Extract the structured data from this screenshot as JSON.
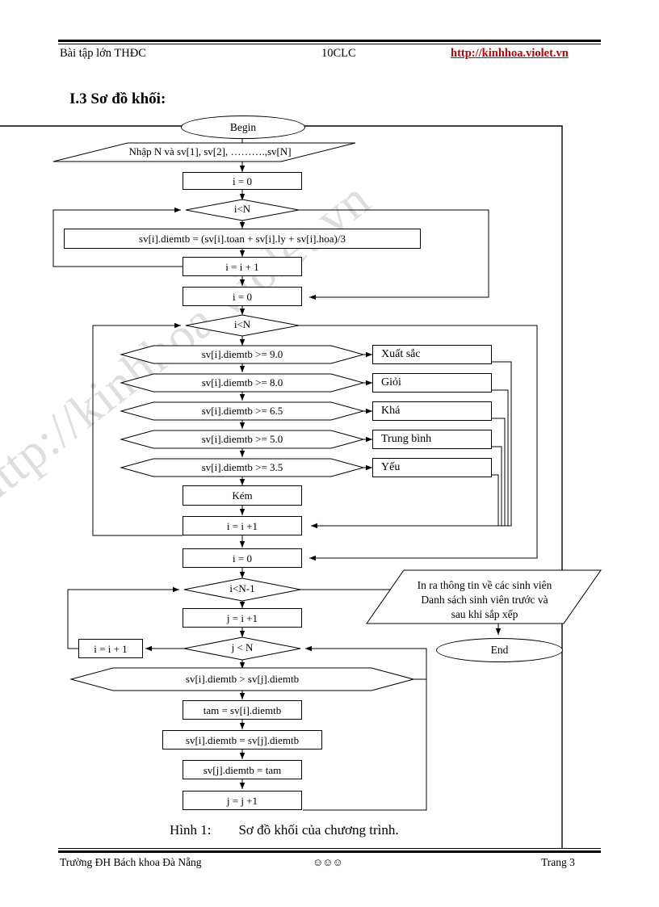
{
  "header": {
    "left": "Bài tập lớn THĐC",
    "center": "10CLC",
    "right": "http://kinhhoa.violet.vn"
  },
  "section": {
    "title": "I.3  Sơ đồ khối:"
  },
  "watermark": {
    "text": "http://kinhhoa.violet.vn"
  },
  "caption": {
    "text": "Hình 1:        Sơ đồ khối của chương trình."
  },
  "footer": {
    "left": "Trường ĐH Bách khoa Đà Nẵng",
    "center": "☺☺☺",
    "right": "Trang   3"
  },
  "flowchart": {
    "begin": "Begin",
    "end": "End",
    "input": "Nhập N và sv[1], sv[2], ……….,sv[N]",
    "init_i_1": "i = 0",
    "cond_iltN_1": "i<N",
    "compute_avg": "sv[i].diemtb  = (sv[i].toan  + sv[i].ly  + sv[i].hoa)/3",
    "inc_i_1": "i = i + 1",
    "init_i_2": "i = 0",
    "cond_iltN_2": "i<N",
    "grades": [
      {
        "cond": "sv[i].diemtb   >= 9.0",
        "label": "Xuất sắc"
      },
      {
        "cond": "sv[i].diemtb   >= 8.0",
        "label": "Giỏi"
      },
      {
        "cond": "sv[i].diemtb   >= 6.5",
        "label": "Khá"
      },
      {
        "cond": "sv[i].diemtb   >= 5.0",
        "label": "Trung  bình"
      },
      {
        "cond": "sv[i].diemtb   >= 3.5",
        "label": "Yếu"
      }
    ],
    "grade_default": "Kém",
    "inc_i_2": "i = i +1",
    "init_i_3": "i = 0",
    "cond_iltNm1": "i<N-1",
    "set_j": "j = i +1",
    "inc_i_3": "i = i + 1",
    "cond_jltN": "j < N",
    "cond_swap": "sv[i].diemtb   > sv[j].diemtb",
    "swap1": "tam  = sv[i].diemtb",
    "swap2": "sv[i].diemtb  = sv[j].diemtb",
    "swap3": "sv[j].diemtb  = tam",
    "inc_j": "j = j +1",
    "output_line1": "In ra thông tin  về các sinh  viên",
    "output_line2": "Danh sách sinh  viên  trước và",
    "output_line3": "sau khi sắp xếp"
  }
}
